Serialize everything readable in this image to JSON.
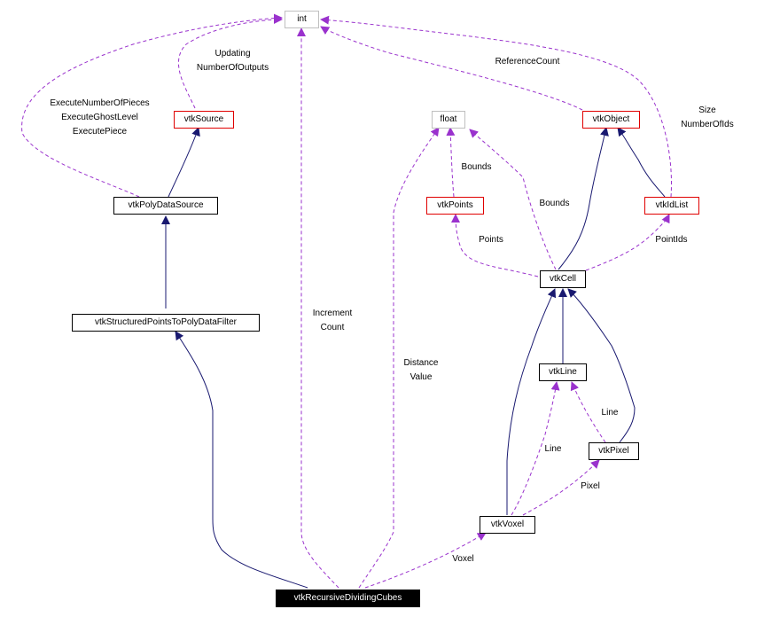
{
  "diagram": {
    "type": "collaboration-graph",
    "colors": {
      "inheritance": "#191970",
      "usage": "#9a32cd",
      "node_border_default": "#000000",
      "node_border_undocumented": "#e00000",
      "node_border_builtin": "#bfbfbf",
      "focus_bg": "#000000",
      "focus_text": "#ffffff"
    },
    "nodes": {
      "int": {
        "label": "int",
        "kind": "builtin"
      },
      "float": {
        "label": "float",
        "kind": "builtin"
      },
      "vtkSource": {
        "label": "vtkSource",
        "kind": "undocumented"
      },
      "vtkObject": {
        "label": "vtkObject",
        "kind": "undocumented"
      },
      "vtkPoints": {
        "label": "vtkPoints",
        "kind": "undocumented"
      },
      "vtkIdList": {
        "label": "vtkIdList",
        "kind": "undocumented"
      },
      "vtkPolyDataSource": {
        "label": "vtkPolyDataSource",
        "kind": "class"
      },
      "vtkStructuredPointsToPolyDataFilter": {
        "label": "vtkStructuredPointsToPolyDataFilter",
        "kind": "class"
      },
      "vtkCell": {
        "label": "vtkCell",
        "kind": "class"
      },
      "vtkLine": {
        "label": "vtkLine",
        "kind": "class"
      },
      "vtkPixel": {
        "label": "vtkPixel",
        "kind": "class"
      },
      "vtkVoxel": {
        "label": "vtkVoxel",
        "kind": "class"
      },
      "vtkRecursiveDividingCubes": {
        "label": "vtkRecursiveDividingCubes",
        "kind": "focus"
      }
    },
    "edge_labels": {
      "updating": [
        "Updating",
        "NumberOfOutputs"
      ],
      "execute": [
        "ExecuteNumberOfPieces",
        "ExecuteGhostLevel",
        "ExecutePiece"
      ],
      "refcount": [
        "ReferenceCount"
      ],
      "size": [
        "Size",
        "NumberOfIds"
      ],
      "bounds_points": [
        "Bounds"
      ],
      "bounds_cell": [
        "Bounds"
      ],
      "points": [
        "Points"
      ],
      "pointids": [
        "PointIds"
      ],
      "increment": [
        "Increment",
        "Count"
      ],
      "distance": [
        "Distance",
        "Value"
      ],
      "line_pixel": [
        "Line"
      ],
      "line_voxel": [
        "Line"
      ],
      "pixel": [
        "Pixel"
      ],
      "voxel": [
        "Voxel"
      ]
    },
    "edges": [
      {
        "from": "vtkSource",
        "to": "int",
        "type": "usage",
        "label": "updating"
      },
      {
        "from": "vtkPolyDataSource",
        "to": "int",
        "type": "usage",
        "label": "execute"
      },
      {
        "from": "vtkObject",
        "to": "int",
        "type": "usage",
        "label": "refcount"
      },
      {
        "from": "vtkIdList",
        "to": "int",
        "type": "usage",
        "label": "size"
      },
      {
        "from": "vtkRecursiveDividingCubes",
        "to": "int",
        "type": "usage",
        "label": "increment"
      },
      {
        "from": "vtkPoints",
        "to": "float",
        "type": "usage",
        "label": "bounds_points"
      },
      {
        "from": "vtkCell",
        "to": "float",
        "type": "usage",
        "label": "bounds_cell"
      },
      {
        "from": "vtkRecursiveDividingCubes",
        "to": "float",
        "type": "usage",
        "label": "distance"
      },
      {
        "from": "vtkCell",
        "to": "vtkPoints",
        "type": "usage",
        "label": "points"
      },
      {
        "from": "vtkCell",
        "to": "vtkIdList",
        "type": "usage",
        "label": "pointids"
      },
      {
        "from": "vtkPixel",
        "to": "vtkLine",
        "type": "usage",
        "label": "line_pixel"
      },
      {
        "from": "vtkVoxel",
        "to": "vtkLine",
        "type": "usage",
        "label": "line_voxel"
      },
      {
        "from": "vtkVoxel",
        "to": "vtkPixel",
        "type": "usage",
        "label": "pixel"
      },
      {
        "from": "vtkRecursiveDividingCubes",
        "to": "vtkVoxel",
        "type": "usage",
        "label": "voxel"
      },
      {
        "from": "vtkPolyDataSource",
        "to": "vtkSource",
        "type": "inheritance"
      },
      {
        "from": "vtkStructuredPointsToPolyDataFilter",
        "to": "vtkPolyDataSource",
        "type": "inheritance"
      },
      {
        "from": "vtkRecursiveDividingCubes",
        "to": "vtkStructuredPointsToPolyDataFilter",
        "type": "inheritance"
      },
      {
        "from": "vtkCell",
        "to": "vtkObject",
        "type": "inheritance"
      },
      {
        "from": "vtkIdList",
        "to": "vtkObject",
        "type": "inheritance"
      },
      {
        "from": "vtkLine",
        "to": "vtkCell",
        "type": "inheritance"
      },
      {
        "from": "vtkPixel",
        "to": "vtkCell",
        "type": "inheritance"
      },
      {
        "from": "vtkVoxel",
        "to": "vtkCell",
        "type": "inheritance"
      }
    ]
  }
}
